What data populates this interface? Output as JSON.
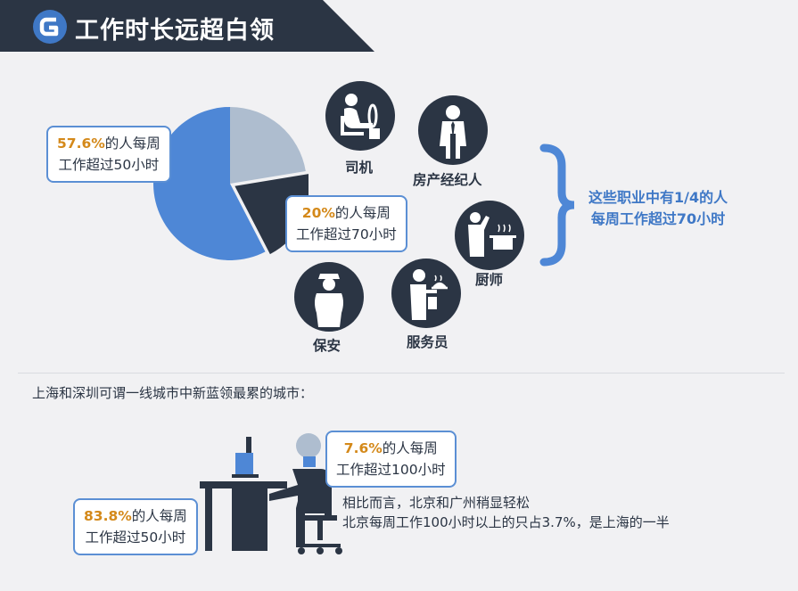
{
  "header": {
    "title": "工作时长远超白领",
    "logo_icon": "brand-logo-icon"
  },
  "pie": {
    "callout_main": {
      "pct": "57.6%",
      "line1_rest": "的人每周",
      "line2": "工作超过50小时"
    },
    "callout_small": {
      "pct": "20%",
      "line1_rest": "的人每周",
      "line2": "工作超过70小时"
    },
    "colors": {
      "main": "#4e87d6",
      "small": "#2b3544",
      "rest": "#aebdcf"
    }
  },
  "chart_data": {
    "type": "pie",
    "slices": [
      {
        "label": "57.6%的人每周工作超过50小时",
        "value": 57.6,
        "color": "#4e87d6"
      },
      {
        "label": "20%的人每周工作超过70小时",
        "value": 20,
        "color": "#2b3544"
      },
      {
        "label": "",
        "value": 22.4,
        "color": "#aebdcf"
      }
    ]
  },
  "roles": [
    {
      "label": "司机",
      "icon": "driver-icon"
    },
    {
      "label": "房产经纪人",
      "icon": "real-estate-agent-icon"
    },
    {
      "label": "厨师",
      "icon": "chef-icon"
    },
    {
      "label": "保安",
      "icon": "security-guard-icon"
    },
    {
      "label": "服务员",
      "icon": "waiter-icon"
    }
  ],
  "summary": {
    "line1": "这些职业中有1/4的人",
    "line2": "每周工作超过70小时"
  },
  "section": {
    "title": "上海和深圳可谓一线城市中新蓝领最累的城市："
  },
  "worker": {
    "callout_top": {
      "pct": "7.6%",
      "line1_rest": "的人每周",
      "line2": "工作超过100小时"
    },
    "callout_left": {
      "pct": "83.8%",
      "line1_rest": "的人每周",
      "line2": "工作超过50小时"
    },
    "note_line1": "相比而言，北京和广州稍显轻松",
    "note_line2": "北京每周工作100小时以上的只占3.7%，是上海的一半"
  }
}
